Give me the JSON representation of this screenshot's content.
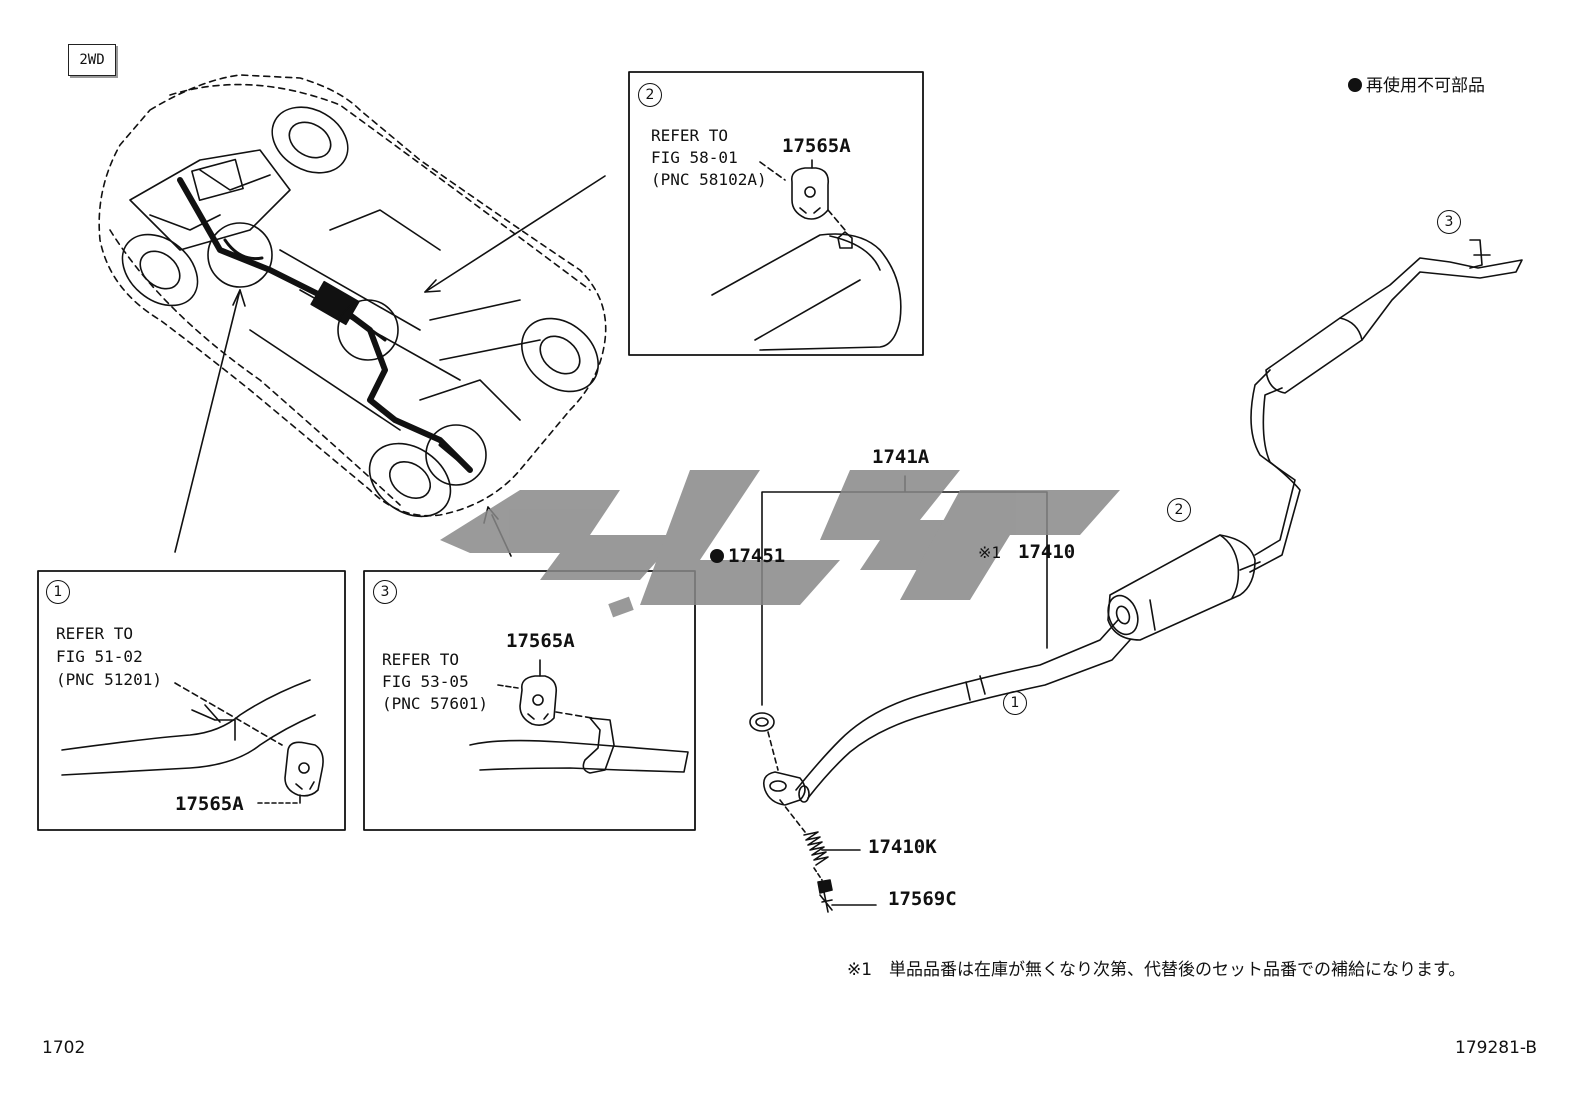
{
  "drive_tag": "2WD",
  "legend": "再使用不可部品",
  "callouts": {
    "c1": "1",
    "c2": "2",
    "c3": "3"
  },
  "detail_1": {
    "ref_line1": "REFER TO",
    "ref_line2": "FIG 51-02",
    "ref_line3": "(PNC 51201)",
    "part": "17565A"
  },
  "detail_2": {
    "ref_line1": "REFER TO",
    "ref_line2": "FIG 58-01",
    "ref_line3": "(PNC 58102A)",
    "part": "17565A"
  },
  "detail_3": {
    "ref_line1": "REFER TO",
    "ref_line2": "FIG 53-05",
    "ref_line3": "(PNC 57601)",
    "part": "17565A"
  },
  "parts": {
    "assembly": "1741A",
    "gasket": "17451",
    "pipe_note": "※1",
    "pipe": "17410",
    "spring": "17410K",
    "bolt": "17569C"
  },
  "footnote": "※1　単品品番は在庫が無くなり次第、代替後のセット品番での補給になります。",
  "page_number": "1702",
  "illustration_id": "179281-B"
}
